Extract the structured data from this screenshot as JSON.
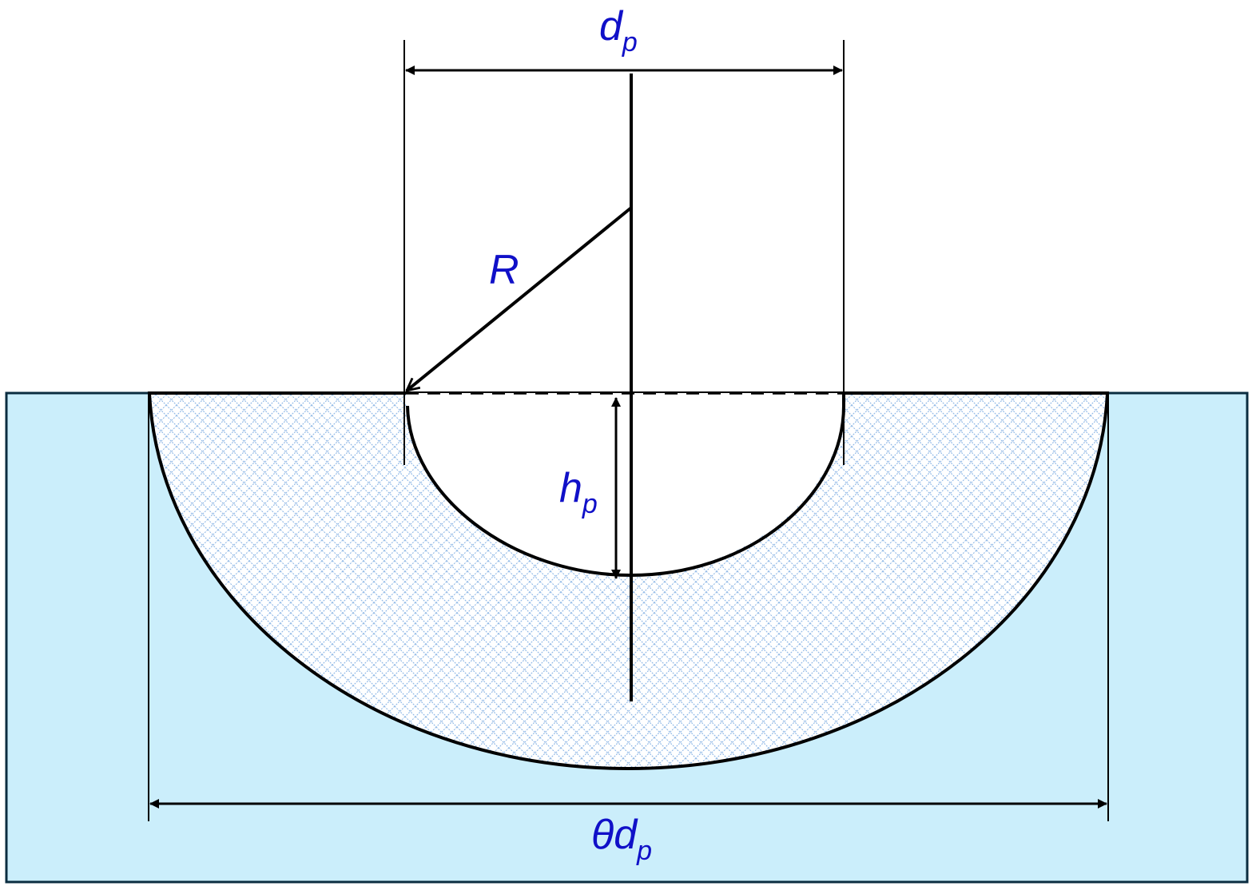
{
  "labels": {
    "d_main": "d",
    "d_sub": "p",
    "R": "R",
    "h_main": "h",
    "h_sub": "p",
    "theta_main": "θd",
    "theta_sub": "p"
  },
  "colors": {
    "substrate_fill": "#cbeefb",
    "substrate_border": "#0b2d40",
    "hatch_line": "#8fb8e6",
    "outline": "#000000",
    "label_text": "#1010c8"
  }
}
